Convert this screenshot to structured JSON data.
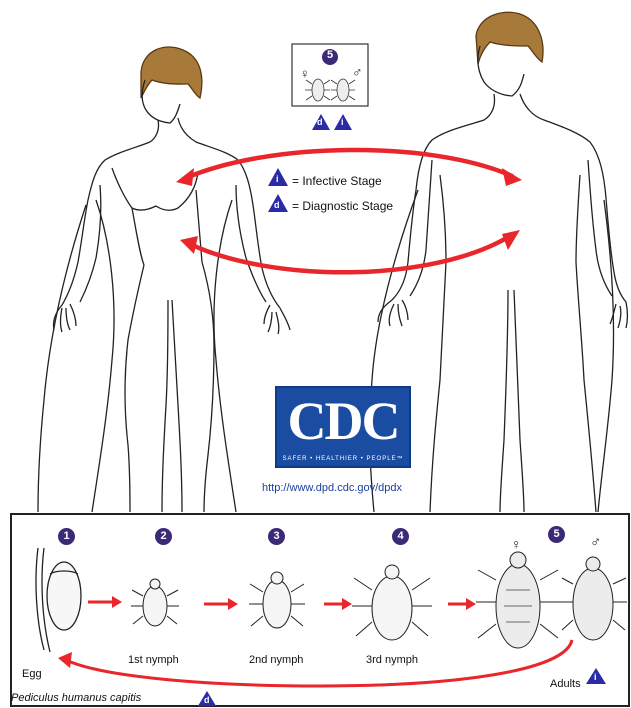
{
  "legend": {
    "infective_symbol": "i",
    "infective_label": "= Infective Stage",
    "diagnostic_symbol": "d",
    "diagnostic_label": "= Diagnostic Stage"
  },
  "top_box": {
    "stage_number": "5",
    "female_symbol": "♀",
    "male_symbol": "♂",
    "badge_d": "d",
    "badge_i": "i"
  },
  "logo": {
    "letters": "CDC",
    "tagline": "SAFER • HEALTHIER • PEOPLE™",
    "url": "http://www.dpd.cdc.gov/dpdx"
  },
  "lifecycle": {
    "stages": [
      {
        "number": "1",
        "label": "Egg"
      },
      {
        "number": "2",
        "label": "1st nymph"
      },
      {
        "number": "3",
        "label": "2nd nymph"
      },
      {
        "number": "4",
        "label": "3rd nymph"
      },
      {
        "number": "5",
        "label": "Adults"
      }
    ],
    "female_symbol": "♀",
    "male_symbol": "♂",
    "adults_badge": "i",
    "species": "Pediculus humanus capitis",
    "species_badge": "d"
  },
  "colors": {
    "arrow_red": "#e8262b",
    "badge_blue": "#2b2ba8",
    "number_purple": "#3b2a78",
    "hair_brown": "#a87a3a",
    "cdc_blue": "#1a4da1"
  }
}
